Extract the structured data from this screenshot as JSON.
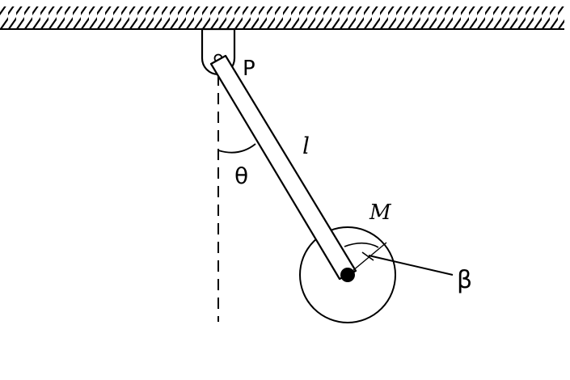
{
  "labels": {
    "pivot": "P",
    "length": "l",
    "angle": "θ",
    "mass": "M",
    "disk_angle": "β"
  }
}
